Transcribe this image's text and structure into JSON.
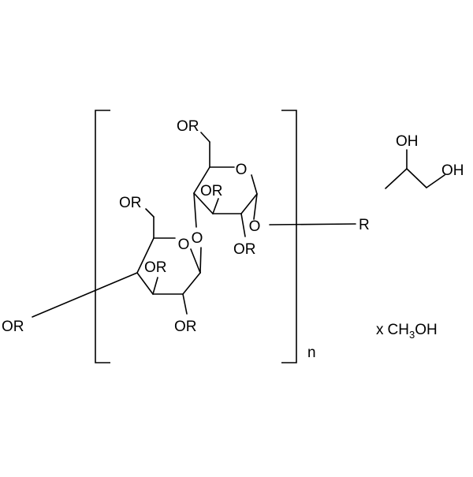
{
  "structure": {
    "ring_oxygen": "O",
    "glycosidic_oxygen": "O",
    "end_oxygen": "O",
    "substituent_labels": {
      "upper_ring_ch2": "OR",
      "upper_ring_c3": "OR",
      "upper_ring_c2": "OR",
      "lower_ring_ch2": "OR",
      "lower_ring_c3": "OR",
      "lower_ring_c2": "OR",
      "chain_end": "OR",
      "terminal_group": "R"
    },
    "repeat_subscript": "n"
  },
  "propylene_glycol": {
    "hydroxyl_top": "OH",
    "hydroxyl_right": "OH"
  },
  "solvate": {
    "prefix": "x",
    "formula_main": "CH",
    "formula_sub": "3",
    "formula_tail": "OH"
  }
}
